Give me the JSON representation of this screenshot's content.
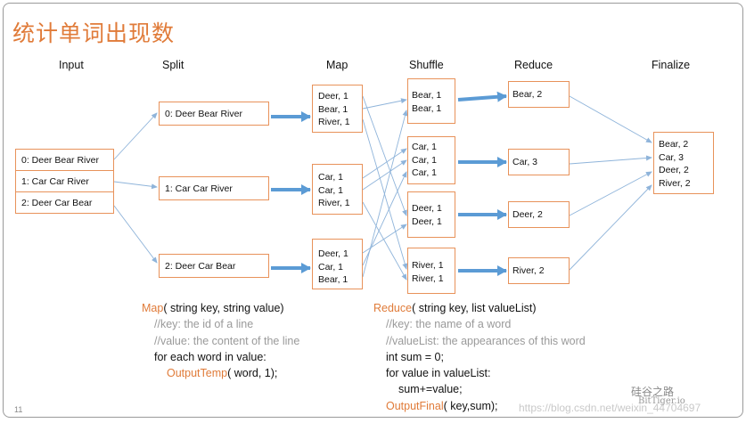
{
  "title": "统计单词出现数",
  "headers": {
    "input": "Input",
    "split": "Split",
    "map": "Map",
    "shuffle": "Shuffle",
    "reduce": "Reduce",
    "finalize": "Finalize"
  },
  "input": [
    "0: Deer Bear River",
    "1: Car Car River",
    "2: Deer Car Bear"
  ],
  "split": [
    "0: Deer Bear River",
    "1: Car Car River",
    "2: Deer Car Bear"
  ],
  "map": [
    [
      "Deer, 1",
      "Bear, 1",
      "River, 1"
    ],
    [
      "Car, 1",
      "Car, 1",
      "River, 1"
    ],
    [
      "Deer, 1",
      "Car, 1",
      "Bear, 1"
    ]
  ],
  "shuffle": [
    [
      "Bear, 1",
      "Bear, 1"
    ],
    [
      "Car, 1",
      "Car, 1",
      "Car, 1"
    ],
    [
      "Deer, 1",
      "Deer, 1"
    ],
    [
      "River, 1",
      "River, 1"
    ]
  ],
  "reduce": [
    "Bear, 2",
    "Car, 3",
    "Deer, 2",
    "River, 2"
  ],
  "finalize": [
    "Bear, 2",
    "Car, 3",
    "Deer, 2",
    "River, 2"
  ],
  "map_code": {
    "fn": "Map",
    "sig": "( string key, string value)",
    "c1": "//key: the id of a line",
    "c2": "//value: the content of the line",
    "l3": "for each word in value:",
    "emit": "OutputTemp",
    "emit_args": "( word, 1);"
  },
  "reduce_code": {
    "fn": "Reduce",
    "sig": "( string key, list valueList)",
    "c1": "//key: the name of a word",
    "c2": "//valueList: the appearances of this word",
    "l3": "int sum = 0;",
    "l4": "for value in valueList:",
    "l5": "sum+=value;",
    "emit": "OutputFinal",
    "emit_args": "( key,sum);"
  },
  "page_number": "11",
  "watermark": {
    "line1": "硅谷之路",
    "line2": "BitTiger.io",
    "url": "https://blog.csdn.net/weixin_44704697"
  },
  "colors": {
    "title": "#e07b39",
    "box_border": "#e8925a",
    "thin_arrow": "#8fb4da",
    "thick_arrow": "#5b9bd5"
  }
}
